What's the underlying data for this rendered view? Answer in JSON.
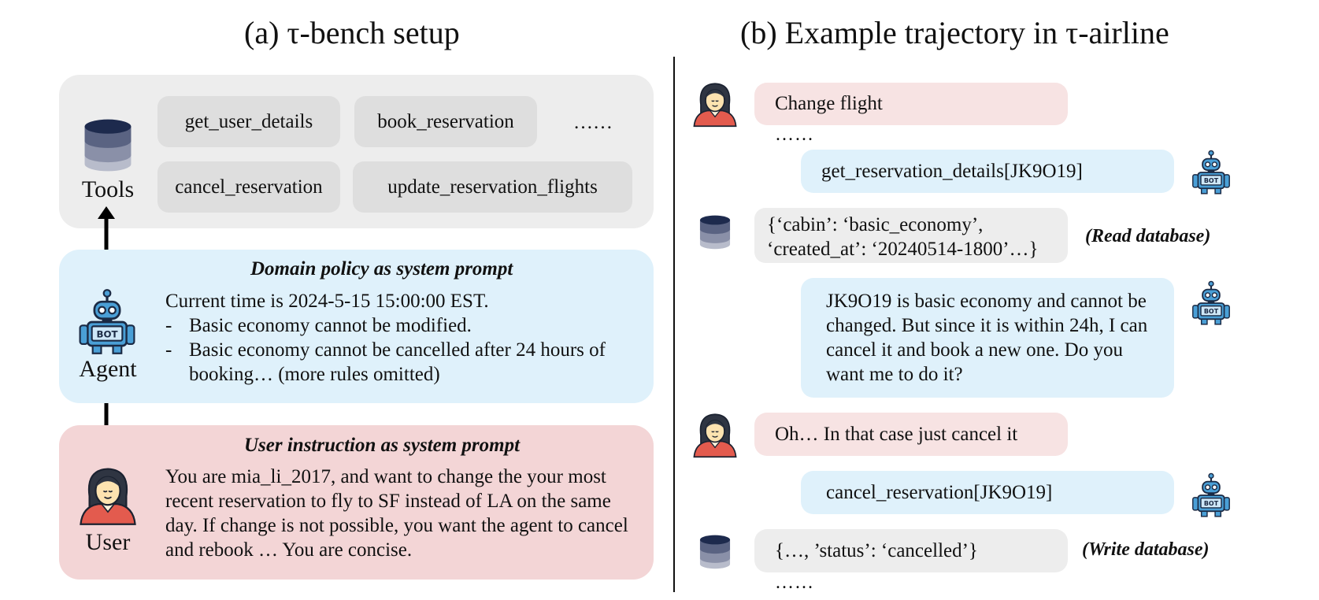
{
  "left": {
    "title": "(a) τ-bench setup",
    "tools": {
      "label": "Tools",
      "chips": [
        "get_user_details",
        "book_reservation",
        "……",
        "cancel_reservation",
        "update_reservation_flights"
      ]
    },
    "agent": {
      "label": "Agent",
      "heading": "Domain policy as system prompt",
      "line1": "Current time is 2024-5-15 15:00:00 EST.",
      "bullets": [
        "Basic economy cannot be modified.",
        "Basic economy cannot be cancelled after 24 hours of booking… (more rules omitted)"
      ],
      "bullet_dash": "-"
    },
    "user": {
      "label": "User",
      "heading": "User instruction as system prompt",
      "text": "You are mia_li_2017, and want to change the your most recent reservation to fly to SF instead of LA on the same day. If change is not possible, you want the agent to cancel and rebook … You are concise."
    }
  },
  "right": {
    "title": "(b) Example trajectory in τ-airline",
    "msg1": "Change flight",
    "ellipsis1": "……",
    "call1": "get_reservation_details[JK9O19]",
    "db1_line1": "{‘cabin’: ‘basic_economy’,",
    "db1_line2": "‘created_at’: ‘20240514-1800’…}",
    "db1_note": "(Read database)",
    "agent_reply": "JK9O19 is basic economy and cannot be changed. But since it is within 24h, I can cancel it and book a new one. Do you want me to do it?",
    "msg2": "Oh… In that case just cancel it",
    "call2": "cancel_reservation[JK9O19]",
    "db2": "{…, ’status’: ‘cancelled’}",
    "db2_note": "(Write database)",
    "ellipsis2": "……"
  },
  "colors": {
    "tools_panel": "#ededed",
    "agent_panel": "#dff1fb",
    "user_panel": "#f3d5d6",
    "chip": "#dedede",
    "user_bubble": "#f7e3e3",
    "agent_bubble": "#dff1fb",
    "db_bubble": "#ededed",
    "robot_blue": "#4a9fd6",
    "db_navy": "#1d2a4d",
    "user_red": "#e35b4e"
  }
}
